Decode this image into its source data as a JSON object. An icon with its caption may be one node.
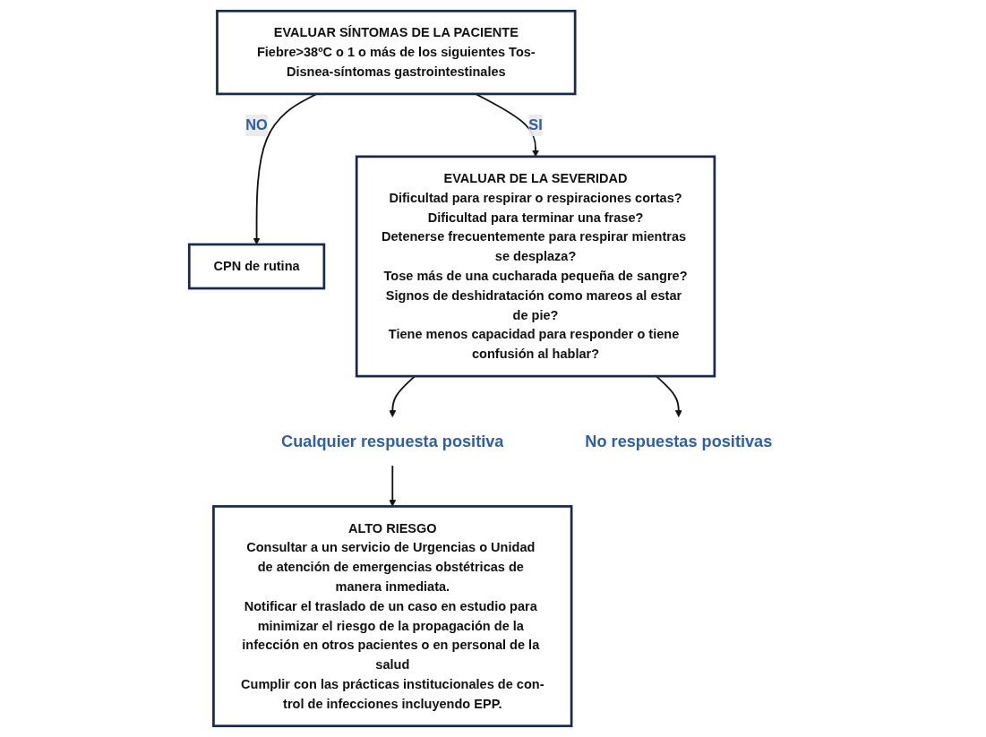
{
  "diagram": {
    "nodes": [
      {
        "text": [
          "EVALUAR SÍNTOMAS DE LA PACIENTE",
          "Fiebre>38ºC o 1 o más de los siguientes Tos-Disnea-síntomas gastrointestinales"
        ]
      },
      {
        "text": [
          "CPN de rutina"
        ]
      },
      {
        "text": [
          "EVALUAR DE LA SEVERIDAD",
          "Dificultad para respirar o respiraciones cortas?",
          "Dificultad para terminar una frase?",
          "Detenerse frecuentemente para respirar mientras se desplaza?",
          "Tose más de una cucharada pequeña de sangre?",
          "Signos de deshidratación como mareos al estar de pie?",
          "Tiene menos capacidad para responder o tiene confusión al hablar?"
        ]
      },
      {
        "text": [
          "Cualquier respuesta positiva"
        ]
      },
      {
        "text": [
          "ALTO RIESGO",
          "Consultar a un servicio de Urgencias o Unidad de atención de emergencias obstétricas de manera inmediata.",
          "Notificar el traslado de un caso en estudio para minimizar el riesgo de la propagación de la infección en otros pacientes o en personal de la salud",
          "Cumplir con las prácticas institucionales de con-trol de infecciones incluyendo EPP."
        ]
      },
      {
        "text": [
          "No respuestas positivas"
        ]
      }
    ],
    "edges": [
      {
        "from": 0,
        "to": 1,
        "arrow": "to",
        "label": "NO"
      },
      {
        "from": 0,
        "to": 2,
        "arrow": "to",
        "label": "SI"
      },
      {
        "from": 2,
        "to": 3,
        "arrow": "to"
      },
      {
        "from": 3,
        "to": 4,
        "arrow": "to"
      },
      {
        "from": 2,
        "to": 5,
        "arrow": "to"
      }
    ]
  }
}
